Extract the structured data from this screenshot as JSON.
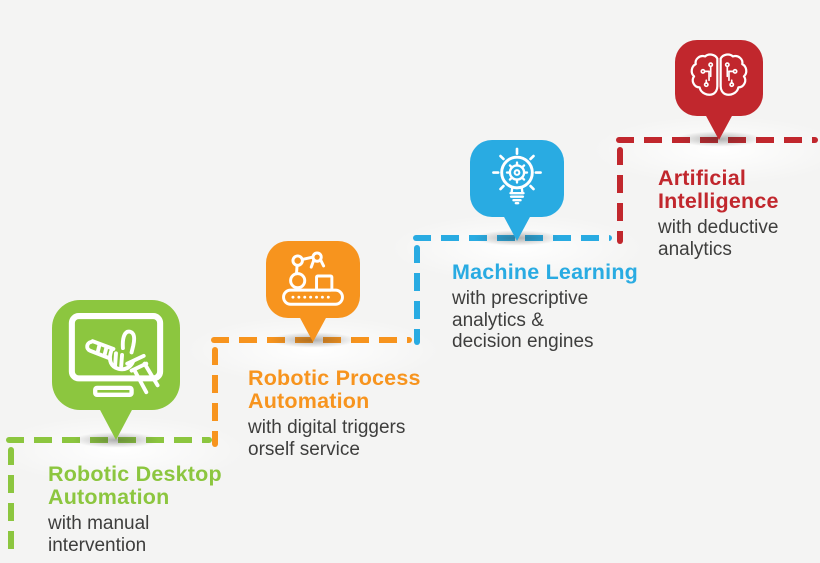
{
  "canvas": {
    "background": "#f4f4f3",
    "text_color": "#3e3e3d"
  },
  "stages": [
    {
      "name": "robotic-desktop-automation",
      "heading": "Robotic Desktop\nAutomation",
      "description": "with manual\nintervention",
      "color": "#8cc63f",
      "icon": "monitor-robotic-hand-icon"
    },
    {
      "name": "robotic-process-automation",
      "heading": "Robotic Process\nAutomation",
      "description": "with digital triggers\norself service",
      "color": "#f7941e",
      "icon": "robotic-arm-conveyor-icon"
    },
    {
      "name": "machine-learning",
      "heading": "Machine Learning",
      "description": "with prescriptive\nanalytics &\ndecision engines",
      "color": "#29abe2",
      "icon": "lightbulb-gear-icon"
    },
    {
      "name": "artificial-intelligence",
      "heading": "Artificial\nIntelligence",
      "description": "with deductive\nanalytics",
      "color": "#c1272d",
      "icon": "circuit-brain-icon"
    }
  ]
}
